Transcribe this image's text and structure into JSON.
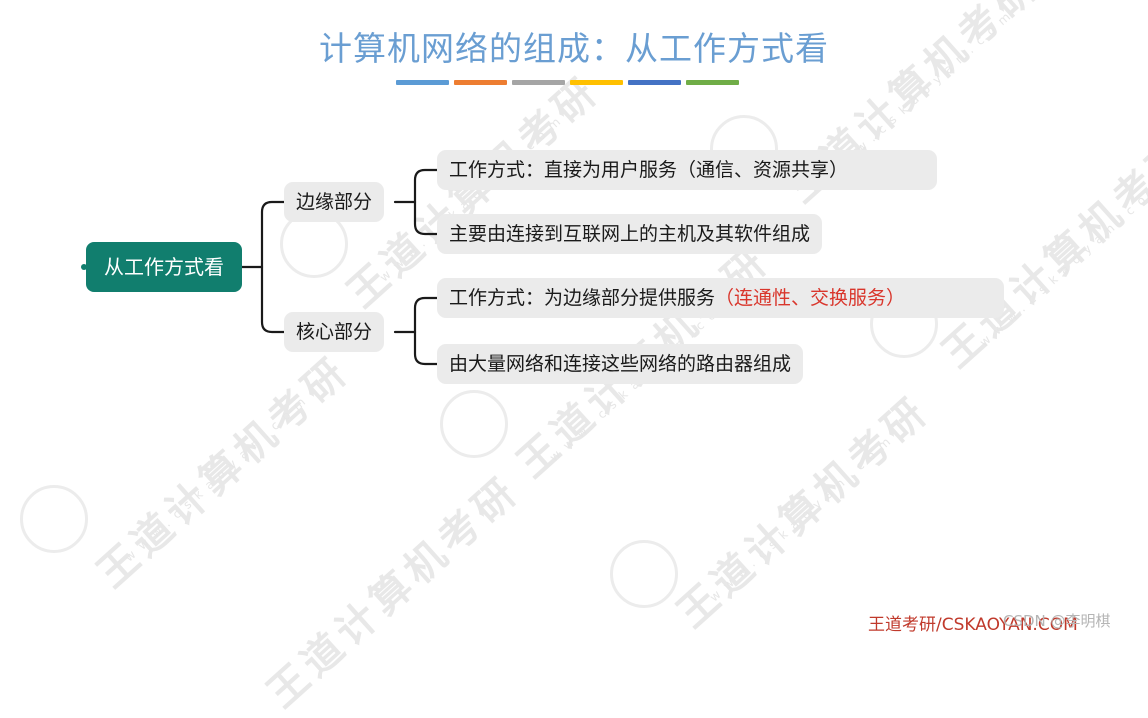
{
  "title": "计算机网络的组成：从工作方式看",
  "color_bars": [
    "#5b9bd5",
    "#ed7d31",
    "#a5a5a5",
    "#ffc000",
    "#4472c4",
    "#70ad47"
  ],
  "mindmap": {
    "root": "从工作方式看",
    "branches": [
      {
        "label": "边缘部分",
        "children": [
          {
            "text": "工作方式：直接为用户服务（通信、资源共享）",
            "highlight": ""
          },
          {
            "text": "主要由连接到互联网上的主机及其软件组成",
            "highlight": ""
          }
        ]
      },
      {
        "label": "核心部分",
        "children": [
          {
            "text": "工作方式：为边缘部分提供服务",
            "highlight": "（连通性、交换服务）"
          },
          {
            "text": "由大量网络和连接这些网络的路由器组成",
            "highlight": ""
          }
        ]
      }
    ]
  },
  "watermark": {
    "main": "王道计算机考研",
    "url": "www.cskaoyan.com"
  },
  "footer": "王道考研/CSKAOYAN.COM",
  "csdn_mark": "CSDN @李明棋"
}
